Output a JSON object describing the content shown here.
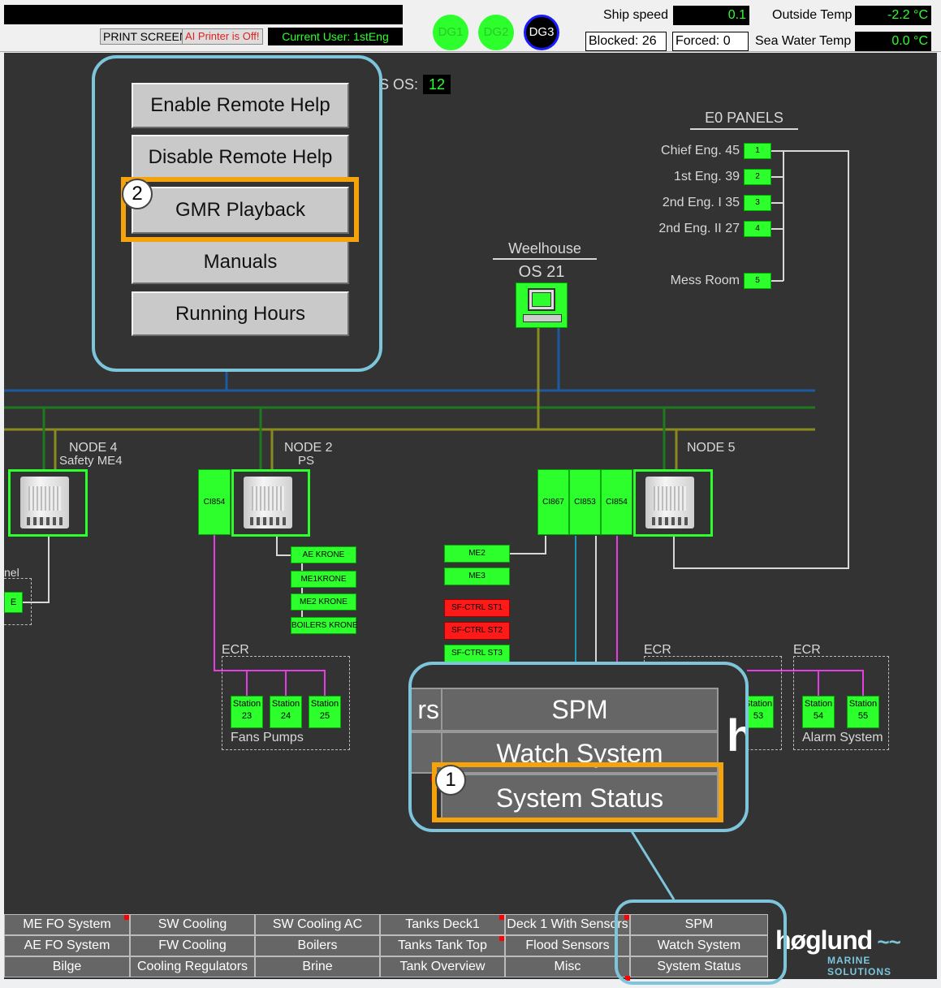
{
  "top": {
    "print_screen": "PRINT SCREEN",
    "printer_status": "AI Printer is Off!",
    "current_user": "Current User: 1stEng",
    "dg": [
      "DG1",
      "DG2",
      "DG3"
    ],
    "ship_speed_label": "Ship speed",
    "ship_speed_value": "0.1",
    "outside_temp_label": "Outside Temp",
    "outside_temp_value": "-2.2 °C",
    "blocked": "Blocked: 26",
    "forced": "Forced:  0",
    "sea_temp_label": "Sea Water Temp",
    "sea_temp_value": "0.0 °C"
  },
  "os_label": "S OS:",
  "os_value": "12",
  "popup": {
    "buttons": [
      "Enable Remote Help",
      "Disable Remote Help",
      "GMR Playback",
      "Manuals",
      "Running Hours"
    ],
    "badge": "2"
  },
  "e0": {
    "title": "E0 PANELS",
    "panels": [
      {
        "label": "Chief Eng. 45",
        "num": "1"
      },
      {
        "label": "1st Eng. 39",
        "num": "2"
      },
      {
        "label": "2nd Eng. I 35",
        "num": "3"
      },
      {
        "label": "2nd Eng. II 27",
        "num": "4"
      },
      {
        "label": "Mess Room",
        "num": "5"
      }
    ]
  },
  "weelhouse": {
    "title": "Weelhouse",
    "os": "OS 21"
  },
  "nodes": {
    "node4": "NODE 4",
    "node4_sub": "Safety ME4",
    "node2": "NODE 2",
    "node2_sub": "PS",
    "node5": "NODE 5"
  },
  "modules": {
    "ci854_a": "CI854",
    "ci867": "CI867",
    "ci853": "CI853",
    "ci854_b": "CI854"
  },
  "krone": [
    "AE KRONE",
    "ME1KRONE",
    "ME2 KRONE",
    "BOILERS KRONE"
  ],
  "me": [
    "ME2",
    "ME3"
  ],
  "sf": [
    "SF-CTRL ST1",
    "SF-CTRL ST2",
    "SF-CTRL ST3"
  ],
  "left_partial": {
    "label": "nel",
    "box": "E"
  },
  "ecr": {
    "label": "ECR",
    "fans": {
      "stations": [
        {
          "name": "Station",
          "num": "23"
        },
        {
          "name": "Station",
          "num": "24"
        },
        {
          "name": "Station",
          "num": "25"
        }
      ],
      "caption": "Fans Pumps"
    },
    "mid": {
      "station_name": "Station",
      "station_num": "53"
    },
    "alarm": {
      "stations": [
        {
          "name": "Station",
          "num": "54"
        },
        {
          "name": "Station",
          "num": "55"
        }
      ],
      "caption": "Alarm System"
    }
  },
  "zoom": {
    "partial": "rs",
    "items": [
      "SPM",
      "Watch System",
      "System Status"
    ],
    "badge": "1",
    "partial_right": "h"
  },
  "nav": [
    [
      "ME FO System",
      "SW Cooling",
      "SW Cooling AC",
      "Tanks Deck1",
      "Deck 1 With Sensors",
      "SPM"
    ],
    [
      "AE FO System",
      "FW Cooling",
      "Boilers",
      "Tanks Tank Top",
      "Flood Sensors",
      "Watch System"
    ],
    [
      "Bilge",
      "Cooling Regulators",
      "Brine",
      "Tank Overview",
      "Misc",
      "System Status"
    ]
  ],
  "logo": {
    "name": "høglund",
    "tagline": "MARINE SOLUTIONS"
  },
  "colors": {
    "green": "#2dff2d",
    "highlight": "#f5a30d",
    "callout": "#7cc5db",
    "background": "#333333"
  }
}
